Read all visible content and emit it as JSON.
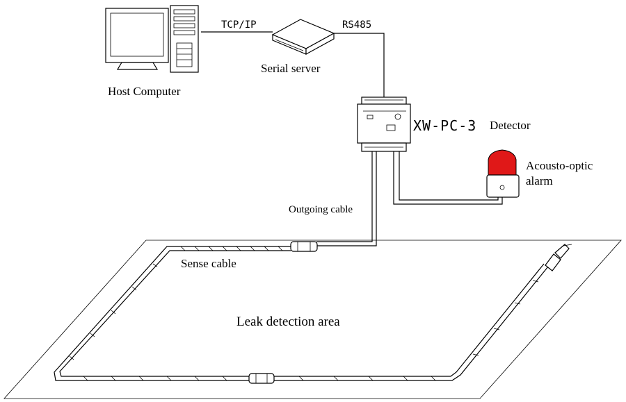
{
  "labels": {
    "host_computer": "Host Computer",
    "tcp_ip": "TCP/IP",
    "serial_server": "Serial server",
    "rs485": "RS485",
    "detector_model": "XW-PC-3",
    "detector": "Detector",
    "alarm_line1": "Acousto-optic",
    "alarm_line2": "alarm",
    "outgoing_cable": "Outgoing cable",
    "sense_cable": "Sense cable",
    "area": "Leak detection area"
  },
  "colors": {
    "alarm_red": "#e01818",
    "line": "#000000"
  }
}
